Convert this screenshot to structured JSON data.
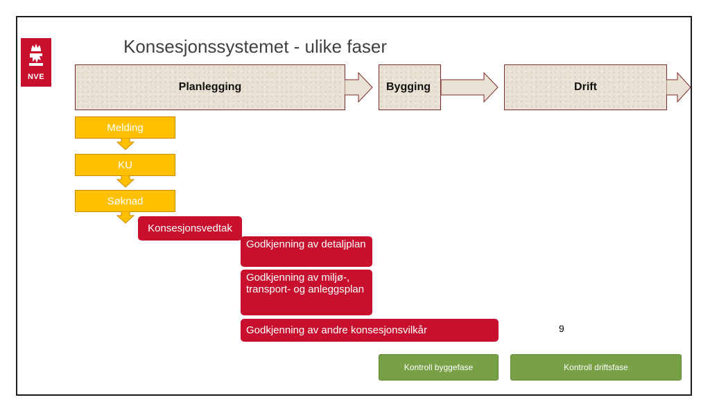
{
  "slide": {
    "title": "Konsesjonssystemet - ulike faser",
    "logo_text": "NVE",
    "slide_number": "9"
  },
  "phases": [
    {
      "label": "Planlegging"
    },
    {
      "label": "Bygging"
    },
    {
      "label": "Drift"
    }
  ],
  "steps": [
    "Melding",
    "KU",
    "Søknad"
  ],
  "decisions": {
    "konsesjonsvedtak": "Konsesjonsvedtak",
    "detaljplan": "Godkjenning av detaljplan",
    "mtaplan": "Godkjenning av miljø-, transport- og anleggsplan",
    "vilkaar": "Godkjenning av andre konsesjonsvilkår"
  },
  "controls": {
    "byggefase": "Kontroll byggefase",
    "driftsfase": "Kontroll driftsfase"
  },
  "colors": {
    "step_fill": "#ffc000",
    "decision_fill": "#c8102e",
    "control_fill": "#78a046",
    "phase_fill": "#e9e1d3",
    "logo_fill": "#c8102e"
  },
  "icons": {
    "logo": "crown-lion-icon"
  }
}
